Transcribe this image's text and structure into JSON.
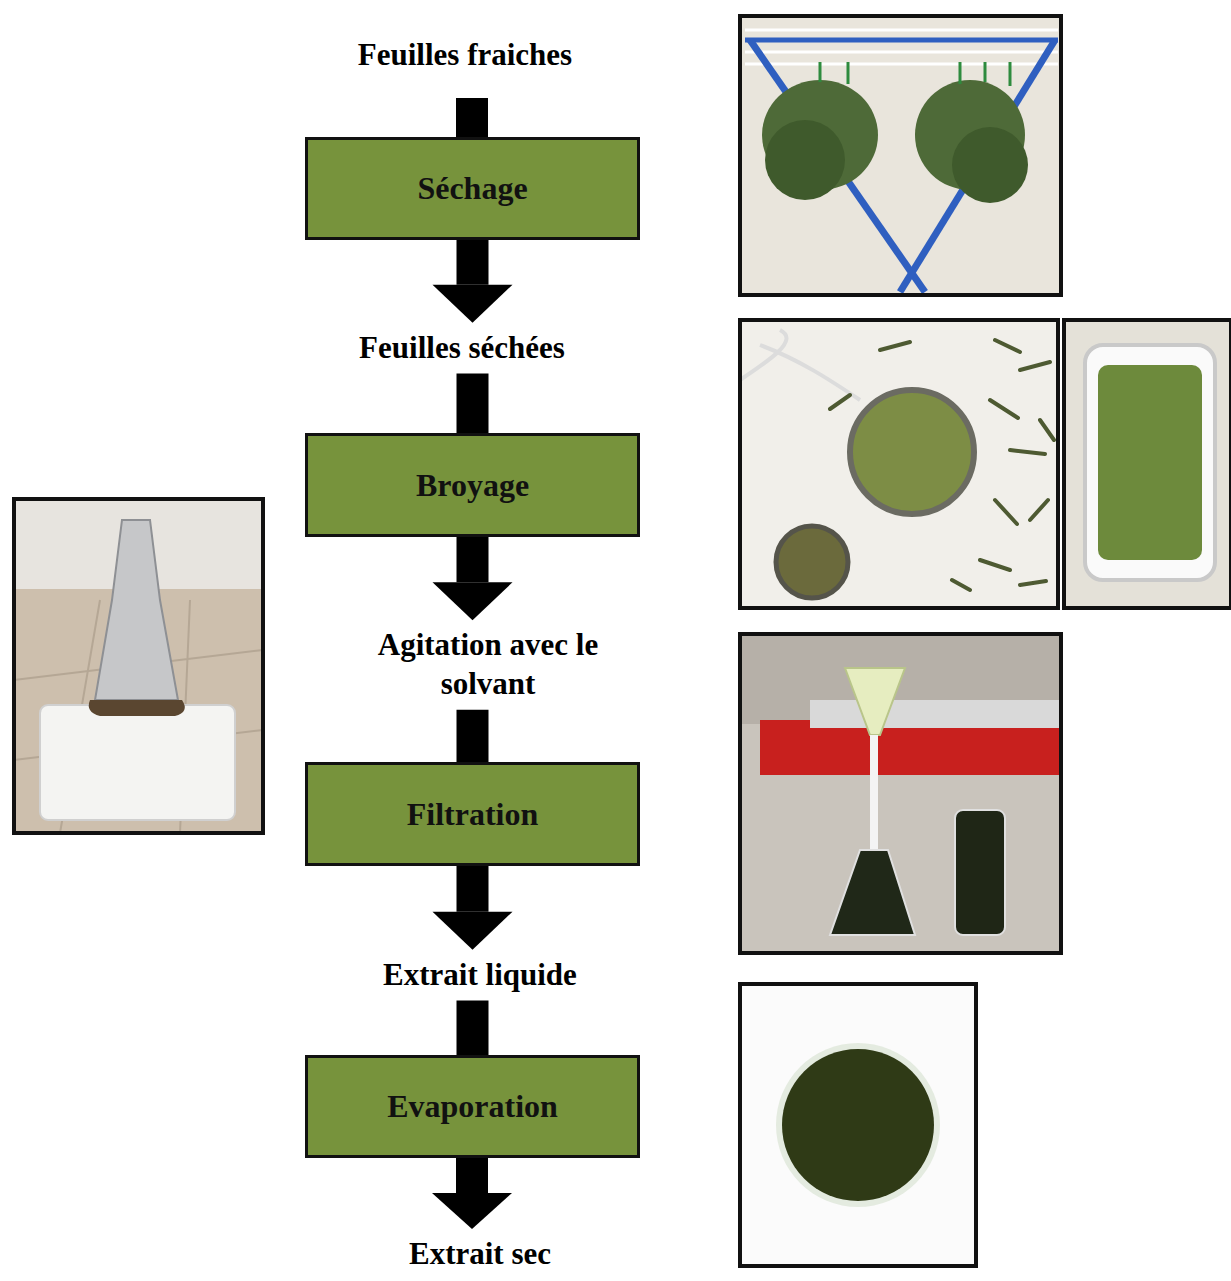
{
  "diagram": {
    "nodes": [
      {
        "text": [
          "Séchage"
        ]
      },
      {
        "text": [
          "Broyage"
        ]
      },
      {
        "text": [
          "Filtration"
        ]
      },
      {
        "text": [
          "Evaporation"
        ]
      }
    ],
    "edges": [
      {
        "from": 0,
        "to": 1,
        "arrow": "to",
        "label": "Feuilles séchées"
      },
      {
        "from": 1,
        "to": 2,
        "arrow": "to",
        "label": "Agitation avec le solvant"
      },
      {
        "from": 2,
        "to": 3,
        "arrow": "to",
        "label": "Extrait liquide"
      }
    ],
    "labels": [
      "Feuilles fraiches",
      "Extrait sec"
    ]
  }
}
